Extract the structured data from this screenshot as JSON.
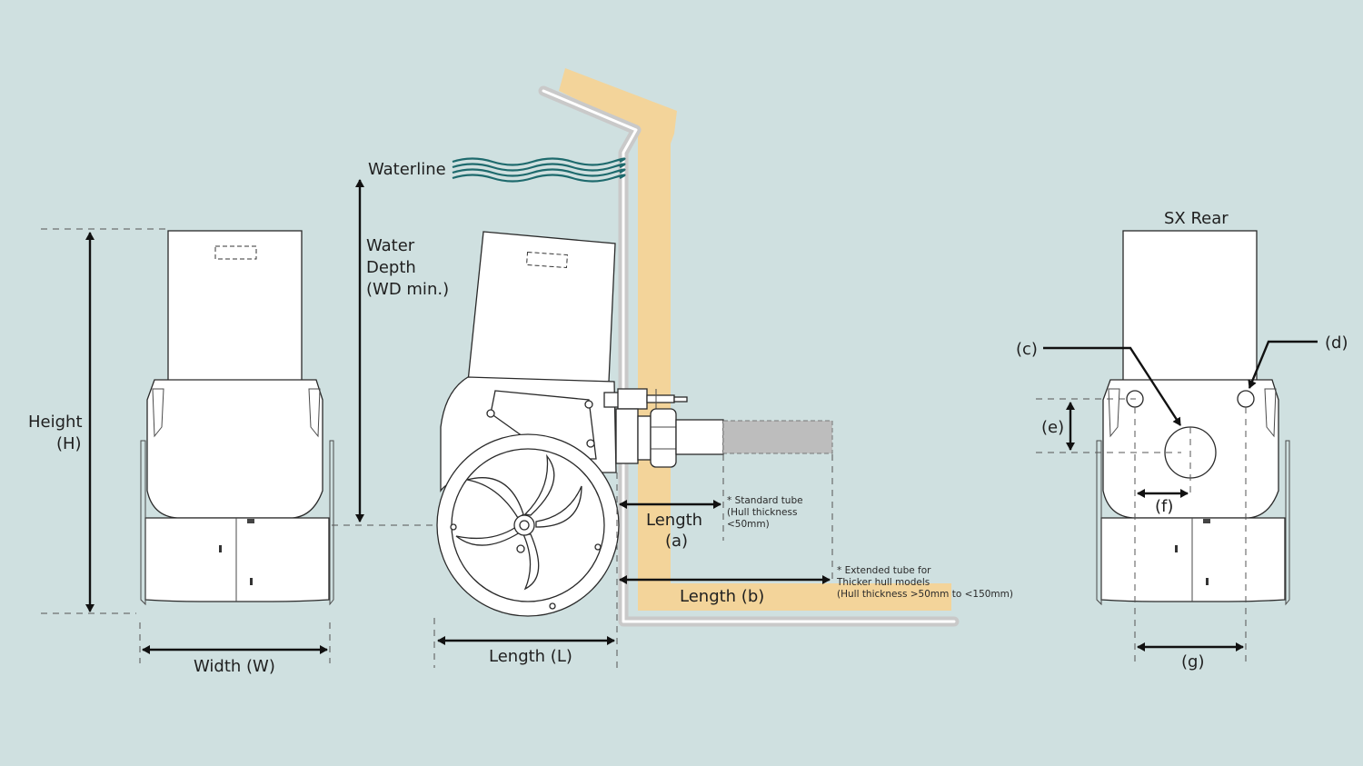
{
  "labels": {
    "waterline": "Waterline",
    "water_depth_1": "Water",
    "water_depth_2": "Depth",
    "water_depth_3": "(WD min.)",
    "height_1": "Height",
    "height_2": "(H)",
    "width": "Width (W)",
    "length_l": "Length (L)",
    "length_a_1": "Length",
    "length_a_2": "(a)",
    "length_b": "Length (b)",
    "sx_rear": "SX Rear",
    "c": "(c)",
    "d": "(d)",
    "e": "(e)",
    "f": "(f)",
    "g": "(g)"
  },
  "notes": {
    "standard_1": "* Standard tube",
    "standard_2": "(Hull thickness",
    "standard_3": "<50mm)",
    "extended_1": "* Extended tube for",
    "extended_2": "Thicker hull models",
    "extended_3": "(Hull thickness >50mm to <150mm)"
  },
  "colors": {
    "background": "#cfe0e0",
    "hull": "#f3d49a",
    "hull_outline": "#c9c9c9",
    "waterline": "#1e6a6d",
    "tube": "#bdbdbd"
  }
}
